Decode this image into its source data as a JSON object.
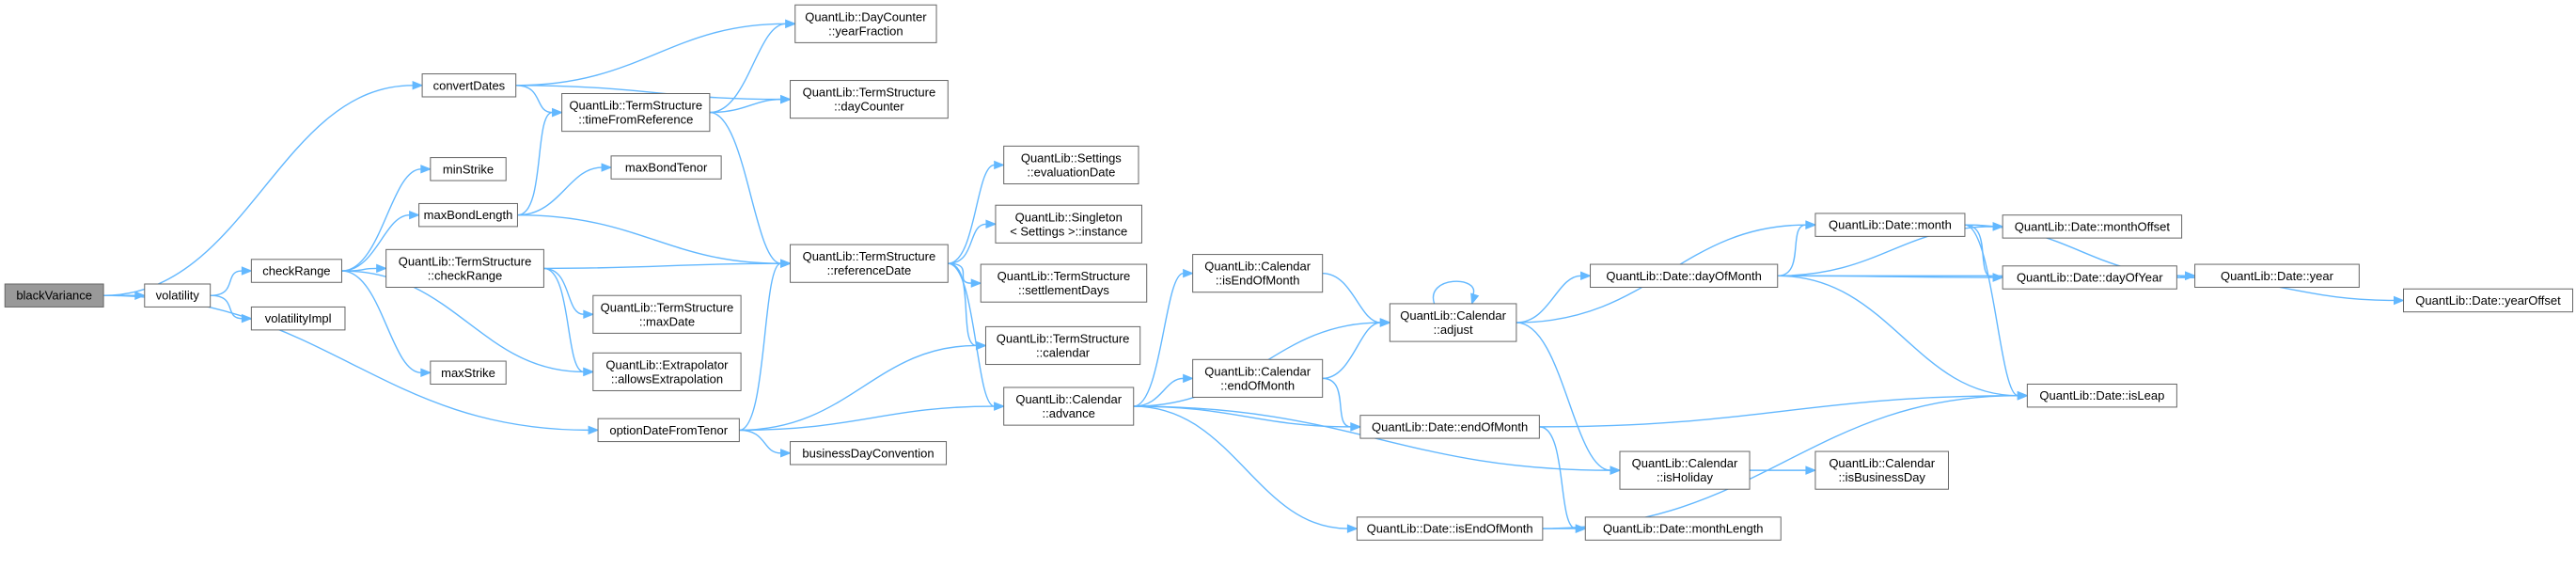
{
  "graph": {
    "nodes": [
      {
        "id": "blackVariance",
        "lines": [
          "blackVariance"
        ],
        "root": true
      },
      {
        "id": "volatility",
        "lines": [
          "volatility"
        ]
      },
      {
        "id": "convertDates",
        "lines": [
          "convertDates"
        ]
      },
      {
        "id": "optionDateFromTenor",
        "lines": [
          "optionDateFromTenor"
        ]
      },
      {
        "id": "checkRange",
        "lines": [
          "checkRange"
        ]
      },
      {
        "id": "volatilityImpl",
        "lines": [
          "volatilityImpl"
        ]
      },
      {
        "id": "minStrike",
        "lines": [
          "minStrike"
        ]
      },
      {
        "id": "maxBondLength",
        "lines": [
          "maxBondLength"
        ]
      },
      {
        "id": "ts_checkRange",
        "lines": [
          "QuantLib::TermStructure",
          "::checkRange"
        ]
      },
      {
        "id": "maxStrike",
        "lines": [
          "maxStrike"
        ]
      },
      {
        "id": "ts_timeFromReference",
        "lines": [
          "QuantLib::TermStructure",
          "::timeFromReference"
        ]
      },
      {
        "id": "maxBondTenor",
        "lines": [
          "maxBondTenor"
        ]
      },
      {
        "id": "ts_maxDate",
        "lines": [
          "QuantLib::TermStructure",
          "::maxDate"
        ]
      },
      {
        "id": "extrap_allows",
        "lines": [
          "QuantLib::Extrapolator",
          "::allowsExtrapolation"
        ]
      },
      {
        "id": "dc_yearFraction",
        "lines": [
          "QuantLib::DayCounter",
          "::yearFraction"
        ]
      },
      {
        "id": "ts_dayCounter",
        "lines": [
          "QuantLib::TermStructure",
          "::dayCounter"
        ]
      },
      {
        "id": "ts_referenceDate",
        "lines": [
          "QuantLib::TermStructure",
          "::referenceDate"
        ]
      },
      {
        "id": "businessDayConvention",
        "lines": [
          "businessDayConvention"
        ]
      },
      {
        "id": "settings_evalDate",
        "lines": [
          "QuantLib::Settings",
          "::evaluationDate"
        ]
      },
      {
        "id": "singleton_instance",
        "lines": [
          "QuantLib::Singleton",
          "< Settings >::instance"
        ]
      },
      {
        "id": "ts_settlementDays",
        "lines": [
          "QuantLib::TermStructure",
          "::settlementDays"
        ]
      },
      {
        "id": "ts_calendar",
        "lines": [
          "QuantLib::TermStructure",
          "::calendar"
        ]
      },
      {
        "id": "cal_advance",
        "lines": [
          "QuantLib::Calendar",
          "::advance"
        ]
      },
      {
        "id": "cal_isEndOfMonth",
        "lines": [
          "QuantLib::Calendar",
          "::isEndOfMonth"
        ]
      },
      {
        "id": "cal_endOfMonth",
        "lines": [
          "QuantLib::Calendar",
          "::endOfMonth"
        ]
      },
      {
        "id": "date_isEndOfMonth",
        "lines": [
          "QuantLib::Date::isEndOfMonth"
        ]
      },
      {
        "id": "cal_adjust",
        "lines": [
          "QuantLib::Calendar",
          "::adjust"
        ]
      },
      {
        "id": "date_endOfMonth",
        "lines": [
          "QuantLib::Date::endOfMonth"
        ]
      },
      {
        "id": "cal_isHoliday",
        "lines": [
          "QuantLib::Calendar",
          "::isHoliday"
        ]
      },
      {
        "id": "date_monthLength",
        "lines": [
          "QuantLib::Date::monthLength"
        ]
      },
      {
        "id": "date_dayOfMonth",
        "lines": [
          "QuantLib::Date::dayOfMonth"
        ]
      },
      {
        "id": "cal_isBusinessDay",
        "lines": [
          "QuantLib::Calendar",
          "::isBusinessDay"
        ]
      },
      {
        "id": "date_month",
        "lines": [
          "QuantLib::Date::month"
        ]
      },
      {
        "id": "date_monthOffset",
        "lines": [
          "QuantLib::Date::monthOffset"
        ]
      },
      {
        "id": "date_year",
        "lines": [
          "QuantLib::Date::year"
        ]
      },
      {
        "id": "date_dayOfYear",
        "lines": [
          "QuantLib::Date::dayOfYear"
        ]
      },
      {
        "id": "date_isLeap",
        "lines": [
          "QuantLib::Date::isLeap"
        ]
      },
      {
        "id": "date_yearOffset",
        "lines": [
          "QuantLib::Date::yearOffset"
        ]
      }
    ],
    "edges": [
      [
        "blackVariance",
        "volatility"
      ],
      [
        "blackVariance",
        "convertDates"
      ],
      [
        "blackVariance",
        "optionDateFromTenor"
      ],
      [
        "volatility",
        "checkRange"
      ],
      [
        "volatility",
        "volatilityImpl"
      ],
      [
        "convertDates",
        "dc_yearFraction"
      ],
      [
        "convertDates",
        "ts_timeFromReference"
      ],
      [
        "convertDates",
        "ts_dayCounter"
      ],
      [
        "checkRange",
        "minStrike"
      ],
      [
        "checkRange",
        "maxBondLength"
      ],
      [
        "checkRange",
        "ts_checkRange"
      ],
      [
        "checkRange",
        "maxStrike"
      ],
      [
        "checkRange",
        "extrap_allows"
      ],
      [
        "maxBondLength",
        "ts_timeFromReference"
      ],
      [
        "maxBondLength",
        "maxBondTenor"
      ],
      [
        "maxBondLength",
        "ts_referenceDate"
      ],
      [
        "ts_timeFromReference",
        "dc_yearFraction"
      ],
      [
        "ts_timeFromReference",
        "ts_dayCounter"
      ],
      [
        "ts_timeFromReference",
        "ts_referenceDate"
      ],
      [
        "ts_checkRange",
        "ts_referenceDate"
      ],
      [
        "ts_checkRange",
        "ts_maxDate"
      ],
      [
        "ts_checkRange",
        "extrap_allows"
      ],
      [
        "optionDateFromTenor",
        "ts_referenceDate"
      ],
      [
        "optionDateFromTenor",
        "ts_calendar"
      ],
      [
        "optionDateFromTenor",
        "cal_advance"
      ],
      [
        "optionDateFromTenor",
        "businessDayConvention"
      ],
      [
        "ts_referenceDate",
        "settings_evalDate"
      ],
      [
        "ts_referenceDate",
        "singleton_instance"
      ],
      [
        "ts_referenceDate",
        "ts_settlementDays"
      ],
      [
        "ts_referenceDate",
        "ts_calendar"
      ],
      [
        "ts_referenceDate",
        "cal_advance"
      ],
      [
        "cal_advance",
        "cal_adjust"
      ],
      [
        "cal_advance",
        "cal_isEndOfMonth"
      ],
      [
        "cal_advance",
        "cal_endOfMonth"
      ],
      [
        "cal_advance",
        "date_endOfMonth"
      ],
      [
        "cal_advance",
        "cal_isHoliday"
      ],
      [
        "cal_advance",
        "date_isEndOfMonth"
      ],
      [
        "cal_isEndOfMonth",
        "cal_adjust"
      ],
      [
        "cal_endOfMonth",
        "cal_adjust"
      ],
      [
        "cal_endOfMonth",
        "date_endOfMonth"
      ],
      [
        "cal_adjust",
        "cal_adjust"
      ],
      [
        "cal_adjust",
        "date_dayOfMonth"
      ],
      [
        "cal_adjust",
        "date_month"
      ],
      [
        "cal_adjust",
        "cal_isHoliday"
      ],
      [
        "date_endOfMonth",
        "date_isLeap"
      ],
      [
        "date_endOfMonth",
        "date_monthLength"
      ],
      [
        "date_isEndOfMonth",
        "date_monthLength"
      ],
      [
        "date_isEndOfMonth",
        "date_isLeap"
      ],
      [
        "cal_isHoliday",
        "cal_isBusinessDay"
      ],
      [
        "date_dayOfMonth",
        "date_year"
      ],
      [
        "date_dayOfMonth",
        "date_monthOffset"
      ],
      [
        "date_dayOfMonth",
        "date_month"
      ],
      [
        "date_dayOfMonth",
        "date_dayOfYear"
      ],
      [
        "date_dayOfMonth",
        "date_isLeap"
      ],
      [
        "date_month",
        "date_monthOffset"
      ],
      [
        "date_month",
        "date_year"
      ],
      [
        "date_month",
        "date_dayOfYear"
      ],
      [
        "date_month",
        "date_isLeap"
      ],
      [
        "date_dayOfYear",
        "date_year"
      ],
      [
        "date_dayOfYear",
        "date_yearOffset"
      ]
    ]
  }
}
